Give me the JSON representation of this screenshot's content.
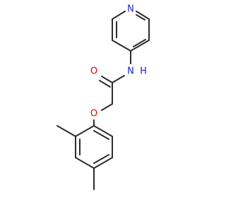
{
  "molecule": {
    "atoms": {
      "pyridine_n": {
        "label": "N",
        "color": "#2020e0"
      },
      "amide_n": {
        "label": "N",
        "color": "#2020e0"
      },
      "amide_h": {
        "label": "H",
        "color": "#2020e0"
      },
      "carbonyl_o": {
        "label": "O",
        "color": "#e00000"
      },
      "ether_o": {
        "label": "O",
        "color": "#e00000"
      }
    },
    "bond_color": "#2b2b2b"
  }
}
